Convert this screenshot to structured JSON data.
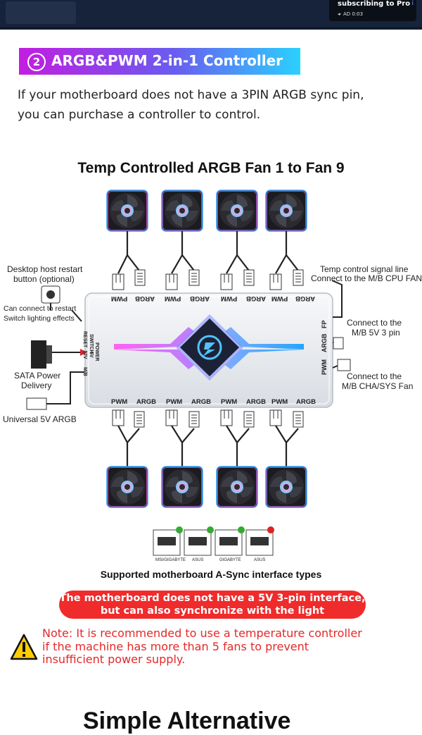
{
  "ad": {
    "title": "subscribing to Pro",
    "sub": "◂· AD 0:03",
    "info": "i"
  },
  "banner": {
    "number": "2",
    "title": "ARGB&PWM 2-in-1 Controller"
  },
  "intro": {
    "line1": "If your motherboard does not have a 3PIN ARGB sync pin,",
    "line2": "you can purchase a controller to control."
  },
  "diagram": {
    "title": "Temp Controlled ARGB Fan 1 to Fan 9",
    "labels": {
      "restart1": "Desktop host restart",
      "restart2": "button (optional)",
      "sw1": "Can connect to restart",
      "sw2": "Switch lighting effects",
      "sata1": "SATA Power",
      "sata2": "Delivery",
      "universal": "Universal 5V ARGB",
      "temp1": "Temp control signal line",
      "temp2": "Connect to the M/B CPU FAN",
      "v5a": "Connect to the",
      "v5b": "M/B 5V 3 pin",
      "cha1": "Connect to the",
      "cha2": "M/B CHA/SYS Fan"
    },
    "ports_top": [
      "ARGB",
      "PWM",
      "ARGB",
      "PWM",
      "ARGB",
      "PWM",
      "ARGB",
      "PWM"
    ],
    "ports_bottom": [
      "PWM",
      "ARGB",
      "PWM",
      "ARGB",
      "PWM",
      "ARGB",
      "PWM",
      "ARGB"
    ],
    "ports_right": [
      "FP",
      "ARGB",
      "PWM"
    ],
    "ports_left": [
      "RESET",
      "SWITCH",
      "12V",
      "5V",
      "POWER",
      "M/B"
    ],
    "brands": [
      "MSI/GIGABYTE",
      "ASUS",
      "GIGABYTE",
      "ASUS"
    ]
  },
  "support_title": "Supported motherboard A-Sync interface types",
  "redpill": {
    "line1": "The motherboard does not have a 5V 3-pin interface,",
    "line2": "but can also synchronize with the light"
  },
  "note": {
    "line1": "Note: It is recommended to use a temperature controller",
    "line2": "if the machine has more than 5 fans to prevent",
    "line3": "insufficient power supply."
  },
  "bottom_heading": "Simple Alternative",
  "colors": {
    "banner_start": "#c21de0",
    "banner_end": "#2ad1ff",
    "warning_red": "#ef2b2b",
    "note_red": "#e52828"
  }
}
